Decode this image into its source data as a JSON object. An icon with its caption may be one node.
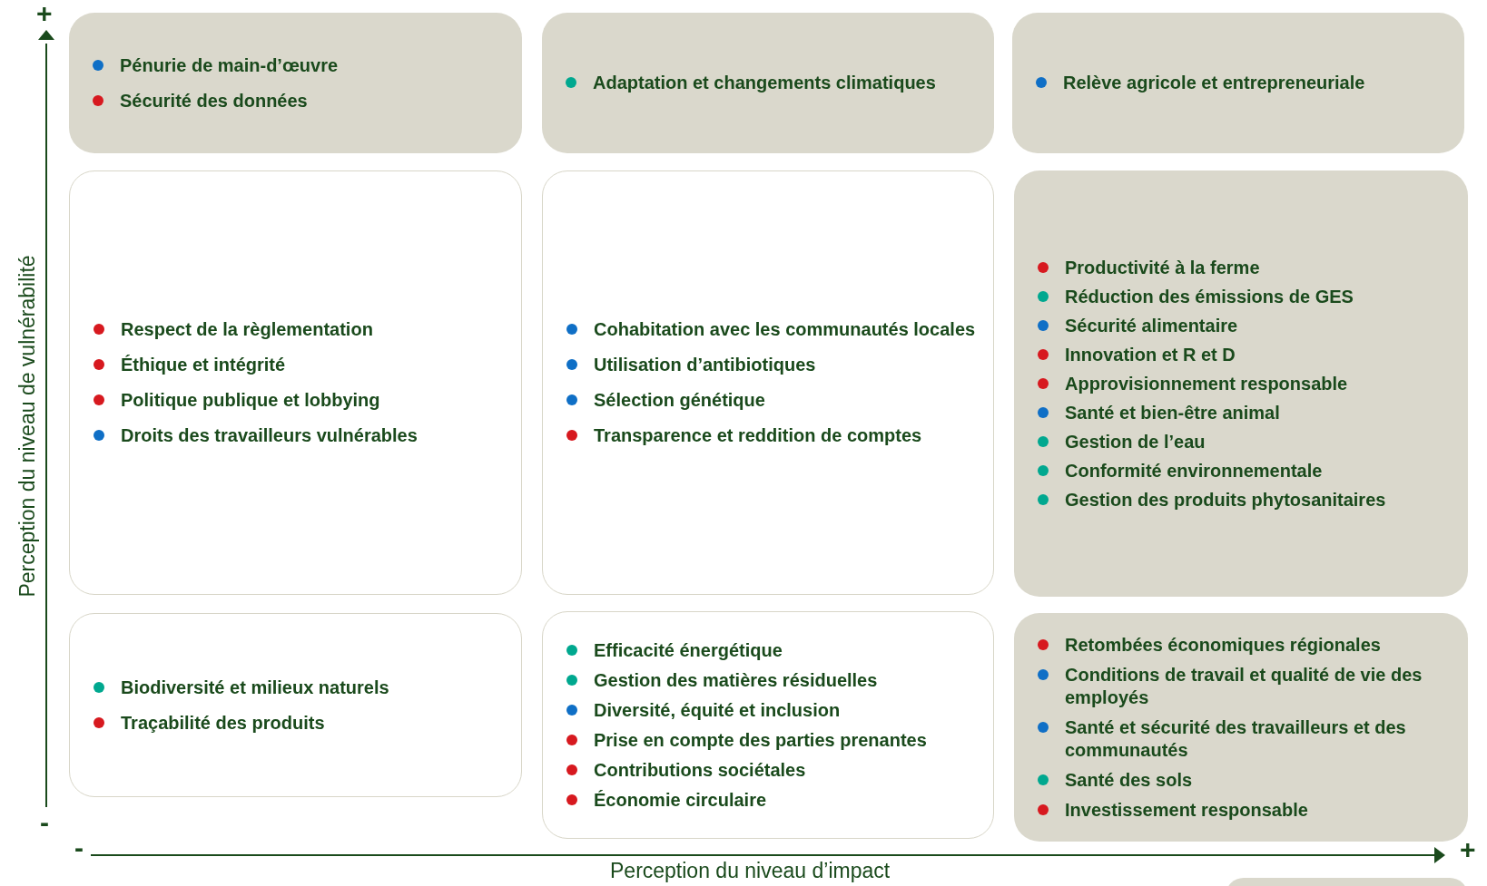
{
  "diagram": {
    "nodes": [
      {
        "text": [
          "Pénurie de main-d’œuvre",
          "Sécurité des données"
        ]
      },
      {
        "text": [
          "Adaptation et changements climatiques"
        ]
      },
      {
        "text": [
          "Relève agricole et entrepreneuriale"
        ]
      },
      {
        "text": [
          "Respect de la règlementation",
          "Éthique et intégrité",
          "Politique publique et lobbying",
          "Droits des travailleurs vulnérables"
        ]
      },
      {
        "text": [
          "Cohabitation avec les communautés locales",
          "Utilisation d’antibiotiques",
          "Sélection génétique",
          "Transparence et reddition de comptes"
        ]
      },
      {
        "text": [
          "Productivité à la ferme",
          "Réduction des émissions de GES",
          "Sécurité alimentaire",
          "Innovation et R et D",
          "Approvisionnement responsable",
          "Santé et bien-être animal",
          "Gestion de l’eau",
          "Conformité environnementale",
          "Gestion des produits phytosanitaires"
        ]
      },
      {
        "text": [
          "Biodiversité et milieux naturels",
          "Traçabilité des produits"
        ]
      },
      {
        "text": [
          "Efficacité énergétique",
          "Gestion des matières résiduelles",
          "Diversité, équité et inclusion",
          "Prise en compte des parties prenantes",
          "Contributions sociétales",
          "Économie circulaire"
        ]
      },
      {
        "text": [
          "Retombées économiques régionales",
          "Conditions de travail et qualité de vie des employés",
          "Santé et sécurité des travailleurs et des communautés",
          "Santé des sols",
          "Investissement responsable"
        ]
      },
      {
        "text": [],
        "shape": "box"
      }
    ],
    "labels": [
      "+",
      "Perception du niveau de vulnérabilité",
      "-",
      "-",
      "+",
      "Perception du niveau d’impact"
    ]
  }
}
